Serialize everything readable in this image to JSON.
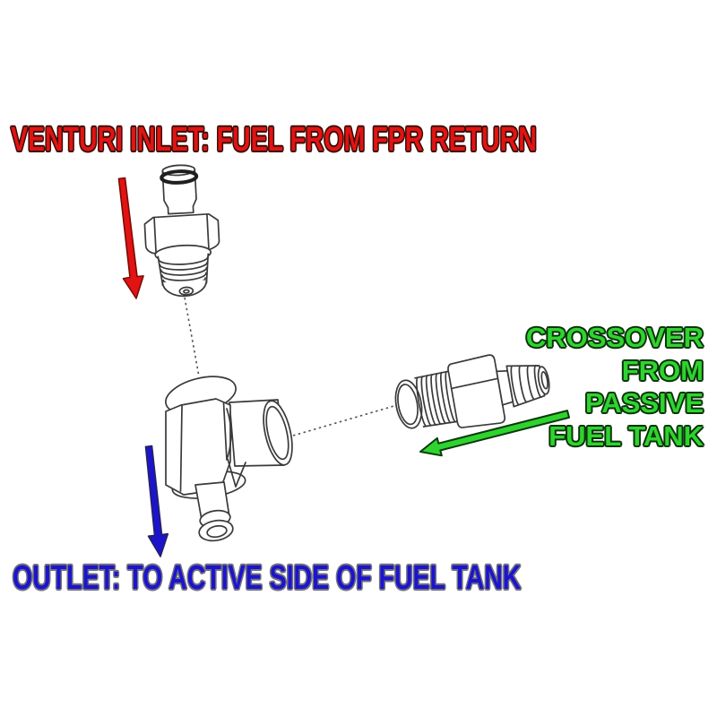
{
  "page": {
    "background": "#ffffff"
  },
  "colors": {
    "red": "#e21313",
    "red_outline": "#7a0b05",
    "blue": "#1c14cd",
    "blue_outline": "#23235d",
    "green": "#2fd32f",
    "green_outline": "#0b3a0b",
    "line_art": "#3a3a3a",
    "leader_line": "#555555"
  },
  "annotations": {
    "venturi_inlet": {
      "text": "VENTURI INLET: FUEL FROM FPR RETURN",
      "color": "#e21313",
      "arrow_direction": "down"
    },
    "crossover": {
      "lines": [
        "CROSSOVER",
        "FROM",
        "PASSIVE",
        "FUEL TANK"
      ],
      "color": "#2fd32f",
      "arrow_direction": "left"
    },
    "outlet": {
      "text": "OUTLET: TO ACTIVE SIDE OF FUEL TANK",
      "color": "#1c14cd",
      "arrow_direction": "down"
    }
  },
  "parts": {
    "venturi_inlet_fitting": "hose-barb-fitting-icon",
    "tee_body": "venturi-tee-body-icon",
    "crossover_fitting": "hose-barb-fitting-icon"
  }
}
